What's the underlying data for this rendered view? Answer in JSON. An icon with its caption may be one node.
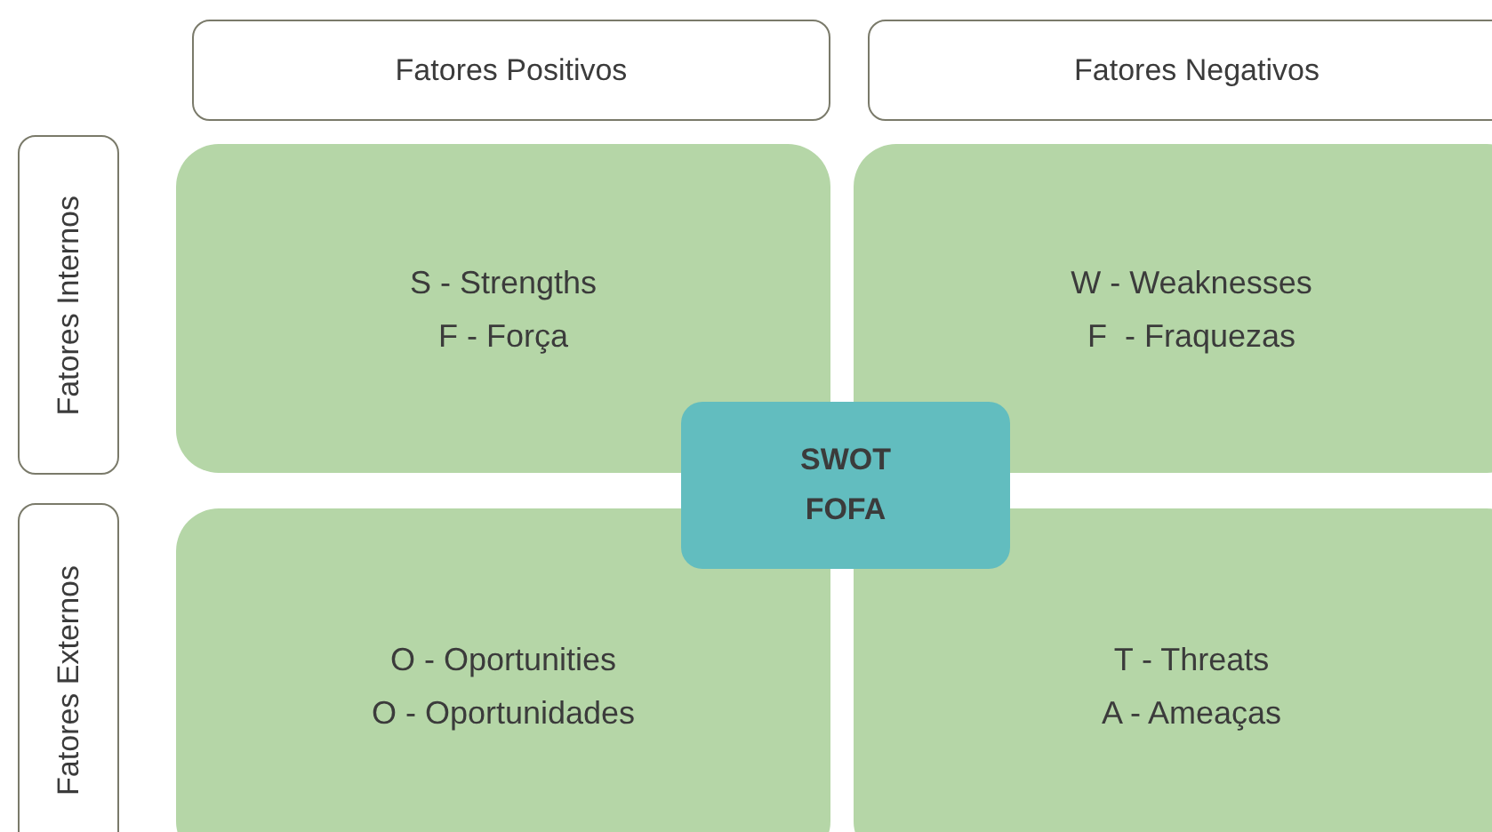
{
  "diagram": {
    "nodes": [
      {
        "text": [
          "Fatores Positivos"
        ]
      },
      {
        "text": [
          "Fatores Negativos"
        ]
      },
      {
        "text": [
          "Fatores Internos"
        ]
      },
      {
        "text": [
          "Fatores Externos"
        ]
      },
      {
        "text": [
          "S - Strengths",
          "F - Força"
        ]
      },
      {
        "text": [
          "W - Weaknesses",
          "F  - Fraquezas"
        ]
      },
      {
        "text": [
          "O - Oportunities",
          "O - Oportunidades"
        ]
      },
      {
        "text": [
          "T - Threats",
          "A - Ameaças"
        ]
      },
      {
        "text": [
          "SWOT",
          "FOFA"
        ]
      }
    ]
  }
}
